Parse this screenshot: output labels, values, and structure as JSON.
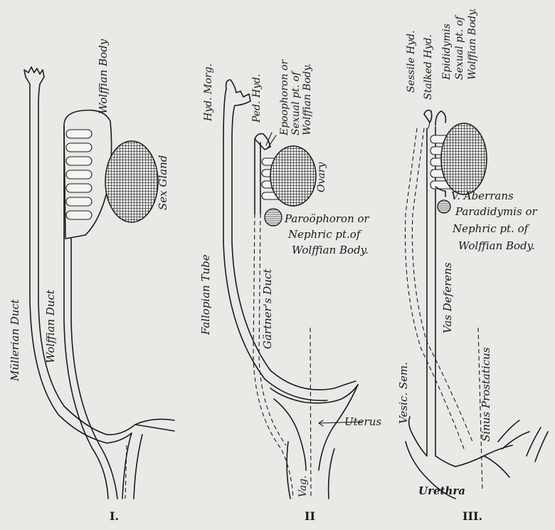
{
  "figure": {
    "panel_labels": {
      "one": "I.",
      "two": "II",
      "three": "III."
    },
    "panel1": {
      "wolffian_body": "Wolffian Body",
      "sex_gland": "Sex Gland",
      "mullerian_duct": "Müllerian Duct",
      "wolffian_duct": "Wolffian Duct"
    },
    "panel2": {
      "hyd_morg": "Hyd. Morg.",
      "ped_hyd": "Ped. Hyd.",
      "epoophoron_1": "Epoophoron or",
      "epoophoron_2": "Sexual pt. of",
      "epoophoron_3": "Wolffian Body.",
      "ovary": "Ovary",
      "paroophoron_1": "Paroöphoron or",
      "paroophoron_2": "Nephric pt.of",
      "paroophoron_3": "Wolffian Body.",
      "fallopian_tube": "Fallopian Tube",
      "gartners_duct": "Gärtner's Duct",
      "uterus": "Uterus",
      "vag": "Vag."
    },
    "panel3": {
      "sessile_hyd": "Sessile Hyd.",
      "stalked_hyd": "Stalked Hyd.",
      "epididymis_1": "Epididymis",
      "epididymis_2": "Sexual pt. of",
      "epididymis_3": "Wolffian Body.",
      "v_aberrans": "V. Aberrans",
      "paradidymis_1": "Paradidymis or",
      "paradidymis_2": "Nephric pt. of",
      "paradidymis_3": "Wolffian Body.",
      "vas_deferens": "Vas Deferens",
      "sinus_prostaticus": "Sinus Prostaticus",
      "vesic_sem": "Vesic. Sem.",
      "urethra": "Urethra"
    }
  }
}
